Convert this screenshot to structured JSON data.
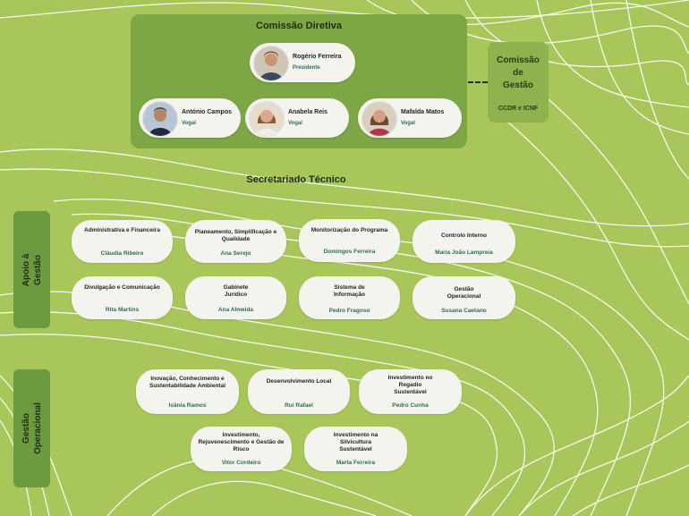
{
  "colors": {
    "background": "#a8c659",
    "panel_dark": "#7da645",
    "box_fill": "#f4f4ee",
    "person_name": "#2e6b55",
    "contour_lines": "#ffffff"
  },
  "comissao_diretiva": {
    "title": "Comissão Diretiva",
    "members": [
      {
        "name": "Rogério Ferreira",
        "role": "Presidente",
        "photo": "man-portrait-icon"
      },
      {
        "name": "António Campos",
        "role": "Vogal",
        "photo": "man-portrait-icon"
      },
      {
        "name": "Anabela Reis",
        "role": "Vogal",
        "photo": "woman-portrait-icon"
      },
      {
        "name": "Mafalda Matos",
        "role": "Vogal",
        "photo": "woman-portrait-icon"
      }
    ]
  },
  "comissao_gestao": {
    "title_lines": [
      "Comissão",
      "de",
      "Gestão"
    ],
    "subtitle": "CCDR e ICNF"
  },
  "secretariado": {
    "title": "Secretariado Técnico"
  },
  "apoio": {
    "label_lines": [
      "Apoio à",
      "Gestão"
    ],
    "units": [
      {
        "title": "Administrativa e Financeira",
        "person": "Cláudia Ribeiro"
      },
      {
        "title": "Planeamento, Simplificação e Qualidade",
        "person": "Ana Serejo"
      },
      {
        "title": "Monitorização do Programa",
        "person": "Domingos Ferreira"
      },
      {
        "title": "Controlo Interno",
        "person": "Maria João Lampreia"
      },
      {
        "title": "Divulgação e Comunicação",
        "person": "Rita Martins"
      },
      {
        "title": "Gabinete Jurídico",
        "person": "Ana Almeida"
      },
      {
        "title": "Sistema de Informação",
        "person": "Pedro Fragoso"
      },
      {
        "title": "Gestão Operacional",
        "person": "Susana Caetano"
      }
    ]
  },
  "operacional": {
    "label_lines": [
      "Gestão",
      "Operacional"
    ],
    "units": [
      {
        "title": "Inovação, Conhecimento e Sustentabilidade Ambiental",
        "person": "Ivânia Ramos"
      },
      {
        "title": "Desenvolvimento Local",
        "person": "Rui Rafael"
      },
      {
        "title": "Investimento no Regadio Sustentável",
        "person": "Pedro Cunha"
      },
      {
        "title": "Investimento, Rejuvenescimento e Gestão de Risco",
        "person": "Vitor Cordeiro"
      },
      {
        "title": "Investimento na Silvicultura Sustentável",
        "person": "Marta Ferreira"
      }
    ]
  }
}
